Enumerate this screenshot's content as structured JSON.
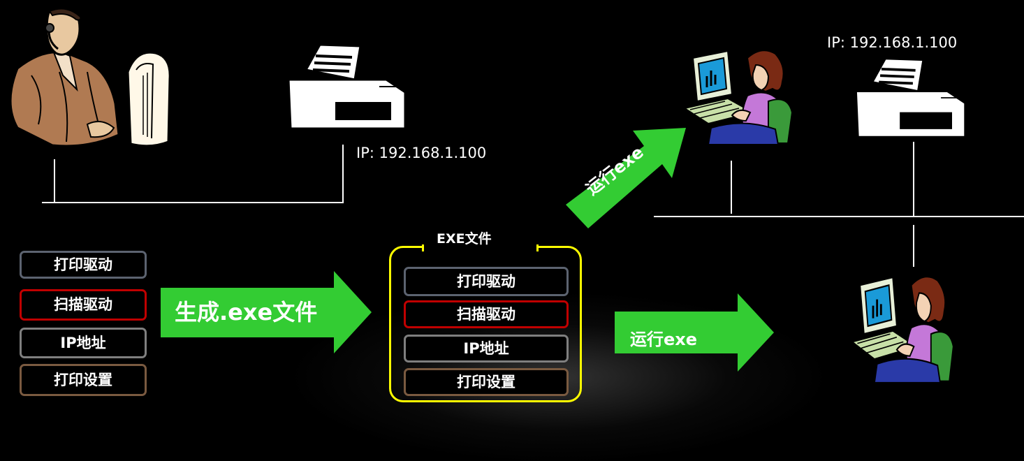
{
  "left_side": {
    "ip_label": "IP: 192.168.1.100",
    "items": [
      {
        "label": "打印驱动",
        "border": "#5c6370"
      },
      {
        "label": "扫描驱动",
        "border": "#c00000"
      },
      {
        "label": "IP地址",
        "border": "#7f7f7f"
      },
      {
        "label": "打印设置",
        "border": "#7a5a40"
      }
    ],
    "arrow_label": "生成.exe文件"
  },
  "exe_file": {
    "title": "EXE文件",
    "items": [
      {
        "label": "打印驱动",
        "border": "#5c6370"
      },
      {
        "label": "扫描驱动",
        "border": "#c00000"
      },
      {
        "label": "IP地址",
        "border": "#7f7f7f"
      },
      {
        "label": "打印设置",
        "border": "#7a5a40"
      }
    ]
  },
  "right_side": {
    "ip_label": "IP: 192.168.1.100",
    "arrow_upper_label": "运行exe",
    "arrow_lower_label": "运行exe"
  },
  "colors": {
    "arrow_green": "#33cc33",
    "frame_yellow": "#ffff00",
    "background": "#000000"
  },
  "icons": [
    "technician-clipart-icon",
    "printer-icon",
    "user-at-computer-icon"
  ]
}
